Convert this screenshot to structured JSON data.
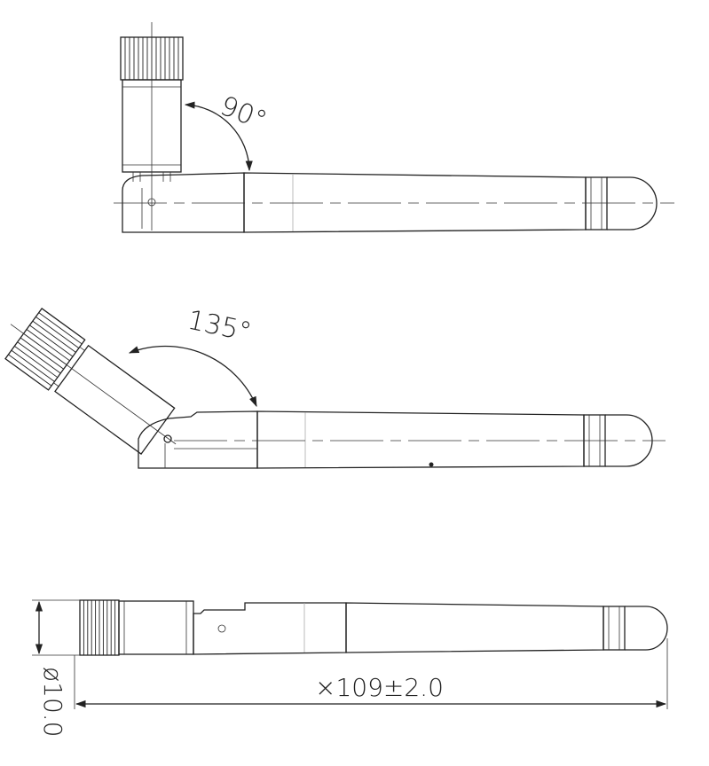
{
  "drawing": {
    "views": [
      {
        "name": "folded-90",
        "angle_label": "90°"
      },
      {
        "name": "folded-135",
        "angle_label": "135°"
      },
      {
        "name": "straight",
        "length_label": "×109±2.0",
        "diameter_label": "ø10.0"
      }
    ]
  }
}
